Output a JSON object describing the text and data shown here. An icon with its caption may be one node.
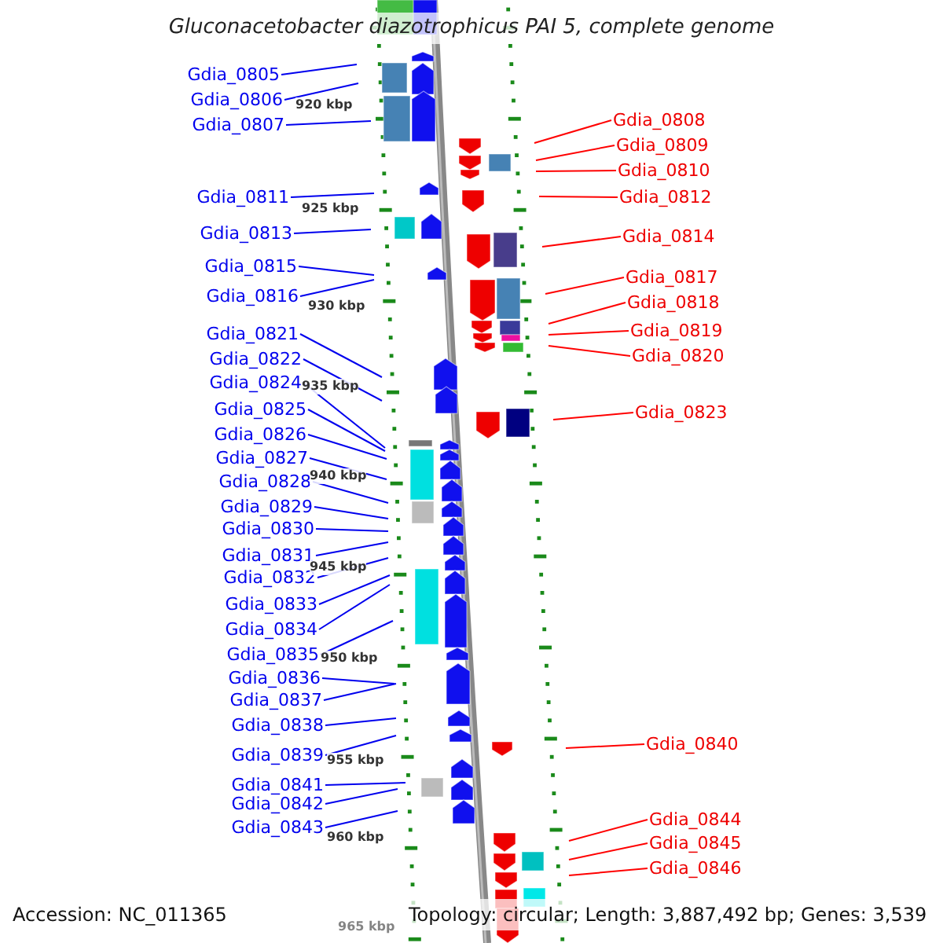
{
  "diagram": {
    "title": "Gluconacetobacter diazotrophicus PAI 5, complete genome",
    "nodes": [
      {
        "text": [
          "Gdia_0805"
        ]
      },
      {
        "text": [
          "Gdia_0806"
        ]
      },
      {
        "text": [
          "Gdia_0807"
        ]
      },
      {
        "text": [
          "Gdia_0811"
        ]
      },
      {
        "text": [
          "Gdia_0813"
        ]
      },
      {
        "text": [
          "Gdia_0815"
        ]
      },
      {
        "text": [
          "Gdia_0816"
        ]
      },
      {
        "text": [
          "Gdia_0821"
        ]
      },
      {
        "text": [
          "Gdia_0822"
        ]
      },
      {
        "text": [
          "Gdia_0824"
        ]
      },
      {
        "text": [
          "Gdia_0825"
        ]
      },
      {
        "text": [
          "Gdia_0826"
        ]
      },
      {
        "text": [
          "Gdia_0827"
        ]
      },
      {
        "text": [
          "Gdia_0828"
        ]
      },
      {
        "text": [
          "Gdia_0829"
        ]
      },
      {
        "text": [
          "Gdia_0830"
        ]
      },
      {
        "text": [
          "Gdia_0831"
        ]
      },
      {
        "text": [
          "Gdia_0832"
        ]
      },
      {
        "text": [
          "Gdia_0833"
        ]
      },
      {
        "text": [
          "Gdia_0834"
        ]
      },
      {
        "text": [
          "Gdia_0835"
        ]
      },
      {
        "text": [
          "Gdia_0836"
        ]
      },
      {
        "text": [
          "Gdia_0837"
        ]
      },
      {
        "text": [
          "Gdia_0838"
        ]
      },
      {
        "text": [
          "Gdia_0839"
        ]
      },
      {
        "text": [
          "Gdia_0841"
        ]
      },
      {
        "text": [
          "Gdia_0842"
        ]
      },
      {
        "text": [
          "Gdia_0843"
        ]
      },
      {
        "text": [
          "Gdia_0808"
        ]
      },
      {
        "text": [
          "Gdia_0809"
        ]
      },
      {
        "text": [
          "Gdia_0810"
        ]
      },
      {
        "text": [
          "Gdia_0812"
        ]
      },
      {
        "text": [
          "Gdia_0814"
        ]
      },
      {
        "text": [
          "Gdia_0817"
        ]
      },
      {
        "text": [
          "Gdia_0818"
        ]
      },
      {
        "text": [
          "Gdia_0819"
        ]
      },
      {
        "text": [
          "Gdia_0820"
        ]
      },
      {
        "text": [
          "Gdia_0823"
        ]
      },
      {
        "text": [
          "Gdia_0840"
        ]
      },
      {
        "text": [
          "Gdia_0844"
        ]
      },
      {
        "text": [
          "Gdia_0845"
        ]
      },
      {
        "text": [
          "Gdia_0846"
        ]
      }
    ],
    "edges": [
      {
        "from": 0,
        "to": null,
        "arrow": "none"
      },
      {
        "from": 1,
        "to": null,
        "arrow": "none"
      },
      {
        "from": 2,
        "to": null,
        "arrow": "none"
      },
      {
        "from": 3,
        "to": null,
        "arrow": "none"
      },
      {
        "from": 4,
        "to": null,
        "arrow": "none"
      },
      {
        "from": 5,
        "to": null,
        "arrow": "none"
      },
      {
        "from": 6,
        "to": null,
        "arrow": "none"
      },
      {
        "from": 7,
        "to": null,
        "arrow": "none"
      },
      {
        "from": 8,
        "to": null,
        "arrow": "none"
      },
      {
        "from": 9,
        "to": null,
        "arrow": "none"
      },
      {
        "from": 10,
        "to": null,
        "arrow": "none"
      },
      {
        "from": 11,
        "to": null,
        "arrow": "none"
      },
      {
        "from": 12,
        "to": null,
        "arrow": "none"
      },
      {
        "from": 13,
        "to": null,
        "arrow": "none"
      },
      {
        "from": 14,
        "to": null,
        "arrow": "none"
      },
      {
        "from": 15,
        "to": null,
        "arrow": "none"
      },
      {
        "from": 16,
        "to": null,
        "arrow": "none"
      },
      {
        "from": 17,
        "to": null,
        "arrow": "none"
      },
      {
        "from": 18,
        "to": null,
        "arrow": "none"
      },
      {
        "from": 19,
        "to": null,
        "arrow": "none"
      },
      {
        "from": 20,
        "to": null,
        "arrow": "none"
      },
      {
        "from": 21,
        "to": null,
        "arrow": "none"
      },
      {
        "from": 22,
        "to": null,
        "arrow": "none"
      },
      {
        "from": 23,
        "to": null,
        "arrow": "none"
      },
      {
        "from": 24,
        "to": null,
        "arrow": "none"
      },
      {
        "from": 25,
        "to": null,
        "arrow": "none"
      },
      {
        "from": 26,
        "to": null,
        "arrow": "none"
      },
      {
        "from": 27,
        "to": null,
        "arrow": "none"
      },
      {
        "from": 28,
        "to": null,
        "arrow": "none",
        "color": "#ff0000"
      },
      {
        "from": 29,
        "to": null,
        "arrow": "none",
        "color": "#ff0000"
      },
      {
        "from": 30,
        "to": null,
        "arrow": "none",
        "color": "#ff0000"
      },
      {
        "from": 31,
        "to": null,
        "arrow": "none",
        "color": "#ff0000"
      },
      {
        "from": 32,
        "to": null,
        "arrow": "none",
        "color": "#ff0000"
      },
      {
        "from": 33,
        "to": null,
        "arrow": "none",
        "color": "#ff0000"
      },
      {
        "from": 34,
        "to": null,
        "arrow": "none",
        "color": "#ff0000"
      },
      {
        "from": 35,
        "to": null,
        "arrow": "none",
        "color": "#ff0000"
      },
      {
        "from": 36,
        "to": null,
        "arrow": "none",
        "color": "#ff0000"
      },
      {
        "from": 37,
        "to": null,
        "arrow": "none",
        "color": "#ff0000"
      },
      {
        "from": 38,
        "to": null,
        "arrow": "none",
        "color": "#ff0000"
      },
      {
        "from": 39,
        "to": null,
        "arrow": "none",
        "color": "#ff0000"
      },
      {
        "from": 40,
        "to": null,
        "arrow": "none",
        "color": "#ff0000"
      },
      {
        "from": 41,
        "to": null,
        "arrow": "none",
        "color": "#ff0000"
      }
    ],
    "labels": [
      "920 kbp",
      "925 kbp",
      "930 kbp",
      "935 kbp",
      "940 kbp",
      "945 kbp",
      "950 kbp",
      "955 kbp",
      "960 kbp",
      "965 kbp",
      "Accession: NC_011365",
      "Topology: circular; Length: 3,887,492 bp; Genes: 3,539"
    ]
  }
}
